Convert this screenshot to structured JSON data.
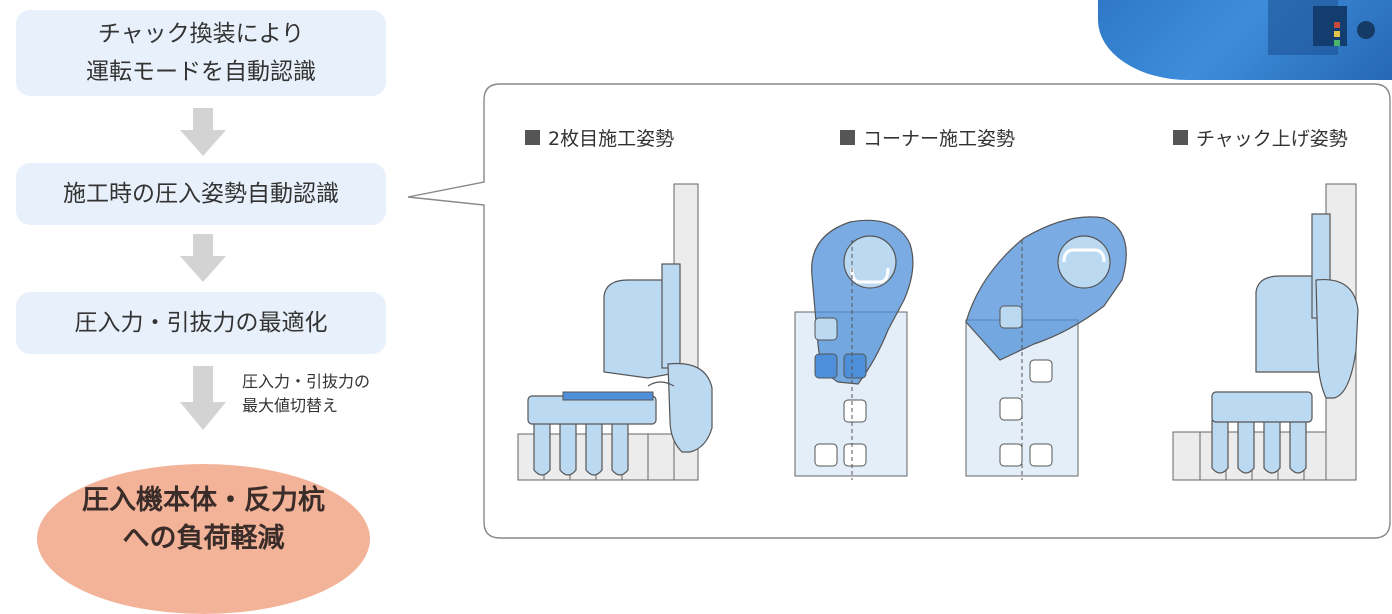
{
  "flow": {
    "step1": {
      "line1": "チャック換装により",
      "line2": "運転モードを自動認識"
    },
    "step2": {
      "label": "施工時の圧入姿勢自動認識"
    },
    "step3": {
      "label": "圧入力・引抜力の最適化"
    },
    "arrow_note": {
      "line1": "圧入力・引抜力の",
      "line2": "最大値切替え"
    },
    "outcome": {
      "line1": "圧入機本体・反力杭",
      "line2": "への負荷軽減"
    }
  },
  "panels": [
    {
      "label": "2枚目施工姿勢"
    },
    {
      "label": "コーナー施工姿勢"
    },
    {
      "label": "チャック上げ姿勢"
    }
  ],
  "colors": {
    "step_bg": "#e8f1fb",
    "arrow": "#d3d3d3",
    "outcome_bg": "#f3b399",
    "machine_light": "#bcd9f2",
    "machine_dark": "#4d8fd8",
    "pile_fill": "#ececec",
    "callout_border": "#888888"
  }
}
